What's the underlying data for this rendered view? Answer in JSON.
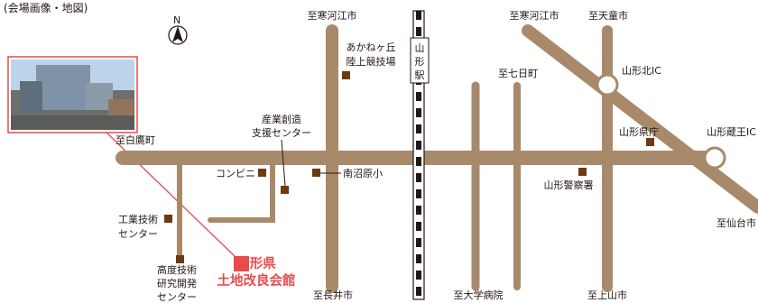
{
  "caption": "(会場画像・地図)",
  "north_label": "N",
  "venue": {
    "line1": "山形県",
    "line2": "土地改良会館"
  },
  "photo": {
    "description_icon": "building-photo"
  },
  "station": "山形駅",
  "destinations": {
    "kahoku_left": "至寒河江市",
    "kahoku_right": "至寒河江市",
    "tendo": "至天童市",
    "shirataka": "至白鷹町",
    "nagai": "至長井市",
    "daigaku": "至大学病院",
    "kaminoyama": "至上山市",
    "sendai": "至仙台市",
    "nanokamachi": "至七日町"
  },
  "landmarks": {
    "akanegaoka_1": "あかねヶ丘",
    "akanegaoka_2": "陸上競技場",
    "sangyo_1": "産業創造",
    "sangyo_2": "支援センター",
    "konbini": "コンビニ",
    "minaminumahara": "南沼原小",
    "kogyo_1": "工業技術",
    "kogyo_2": "センター",
    "kodo_1": "高度技術",
    "kodo_2": "研究開発",
    "kodo_3": "センター",
    "kencho": "山形県庁",
    "keisatsu": "山形警察署",
    "kita_ic": "山形北IC",
    "zao_ic": "山形蔵王IC"
  },
  "colors": {
    "road": "#a88a6b",
    "venue": "#e94b4b",
    "marker": "#6b3a12",
    "text": "#231815"
  }
}
